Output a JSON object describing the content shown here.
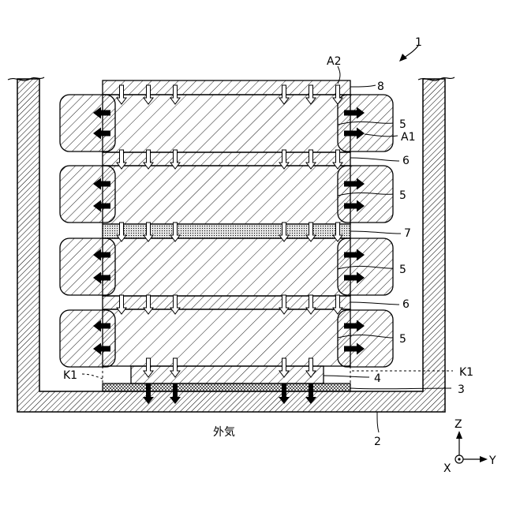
{
  "labels": {
    "device": "1",
    "a2": "A2",
    "top_plate": "8",
    "cell": "5",
    "a1": "A1",
    "separator": "6",
    "middle_plate": "7",
    "bottom_plate": "4",
    "base_layer": "3",
    "container": "2",
    "k1_left": "K1",
    "k1_right": "K1",
    "outside_air": "外気",
    "axis_z": "Z",
    "axis_x": "X",
    "axis_y": "Y"
  },
  "colors": {
    "line": "#000000",
    "background": "#ffffff",
    "dot_fill": "#d9d9d9",
    "outflow_arrow": "#000000",
    "inflow_arrow": "#ffffff"
  },
  "icons": {
    "inflow": "hollow-arrow-down",
    "outflow": "solid-arrow",
    "axis_x": "circle-dot-icon"
  }
}
